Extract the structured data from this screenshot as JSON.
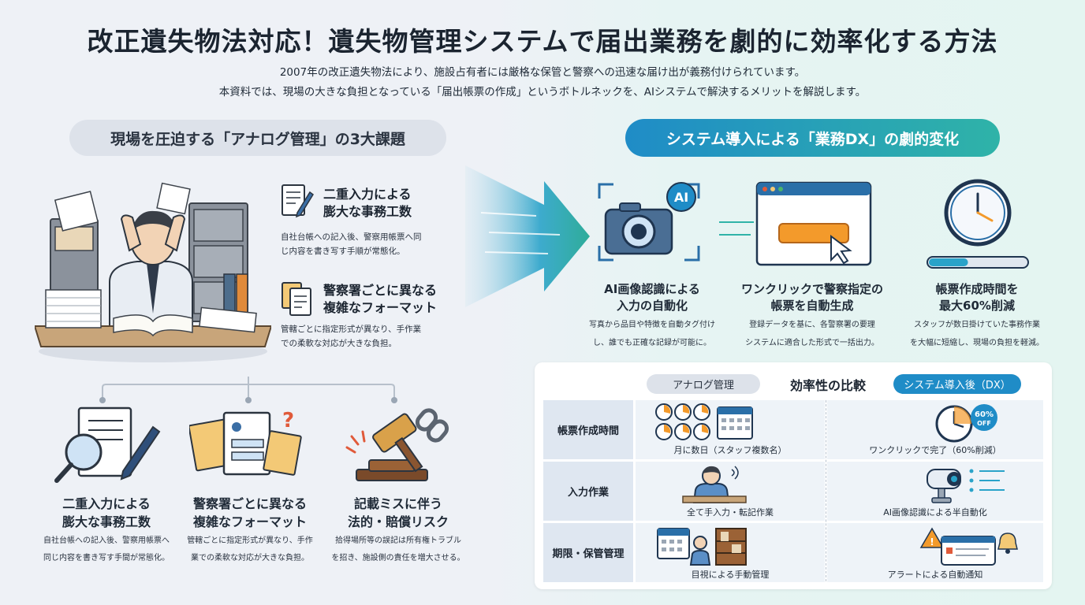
{
  "header": {
    "title": "改正遺失物法対応！遺失物管理システムで届出業務を劇的に効率化する方法",
    "lead_1": "2007年の改正遺失物法により、施設占有者には厳格な保管と警察への迅速な届け出が義務付けられています。",
    "lead_2": "本資料では、現場の大きな負担となっている「届出帳票の作成」というボトルネックを、AIシステムで解決するメリットを解説します。"
  },
  "left": {
    "heading": "現場を圧迫する「アナログ管理」の3大課題",
    "issues": [
      {
        "title_1": "二重入力による",
        "title_2": "膨大な事務工数",
        "desc_1": "自社台帳への記入後、警察用帳票へ同",
        "desc_2": "じ内容を書き写す手順が常態化。"
      },
      {
        "title_1": "警察署ごとに異なる",
        "title_2": "複雑なフォーマット",
        "desc_1": "管轄ごとに指定形式が異なり、手作業",
        "desc_2": "での柔軟な対応が大きな負担。"
      }
    ],
    "bottom": [
      {
        "title_1": "二重入力による",
        "title_2": "膨大な事務工数",
        "desc_1": "自社台帳への記入後、警察用帳票へ",
        "desc_2": "同じ内容を書き写す手間が常態化。"
      },
      {
        "title_1": "警察署ごとに異なる",
        "title_2": "複雑なフォーマット",
        "desc_1": "管轄ごとに指定形式が異なり、手作",
        "desc_2": "業での柔軟な対応が大きな負担。"
      },
      {
        "title_1": "記載ミスに伴う",
        "title_2": "法的・賠償リスク",
        "desc_1": "拾得場所等の誤記は所有権トラブル",
        "desc_2": "を招き、施設側の責任を増大させる。"
      }
    ]
  },
  "right": {
    "heading": "システム導入による「業務DX」の劇的変化",
    "ai_badge": "AI",
    "features": [
      {
        "title_1": "AI画像認識による",
        "title_2": "入力の自動化",
        "desc_1": "写真から品目や特徴を自動タグ付け",
        "desc_2": "し、誰でも正確な記録が可能に。"
      },
      {
        "title_1": "ワンクリックで警察指定の",
        "title_2": "帳票を自動生成",
        "desc_1": "登録データを基に、各警察署の要理",
        "desc_2": "システムに適合した形式で一括出力。"
      },
      {
        "title_1": "帳票作成時間を",
        "title_2": "最大60%削減",
        "desc_1": "スタッフが数日掛けていた事務作業",
        "desc_2": "を大幅に短縮し、現場の負担を軽減。"
      }
    ],
    "progress_fraction": 0.4
  },
  "comparison": {
    "tag_left": "アナログ管理",
    "title": "効率性の比較",
    "tag_right": "システム導入後（DX）",
    "badge_1": "60%",
    "badge_2": "OFF",
    "rows": [
      {
        "label": "帳票作成時間",
        "left": "月に数日（スタッフ複数名）",
        "right": "ワンクリックで完了（60%削減）"
      },
      {
        "label": "入力作業",
        "left": "全て手入力・転記作業",
        "right": "AI画像認識による半自動化"
      },
      {
        "label": "期限・保管管理",
        "left": "目視による手動管理",
        "right": "アラートによる自動通知"
      }
    ]
  },
  "colors": {
    "accent_blue": "#1f8cc7",
    "accent_teal": "#2fb3a8",
    "orange": "#f39a2b",
    "navy": "#243a5e"
  }
}
